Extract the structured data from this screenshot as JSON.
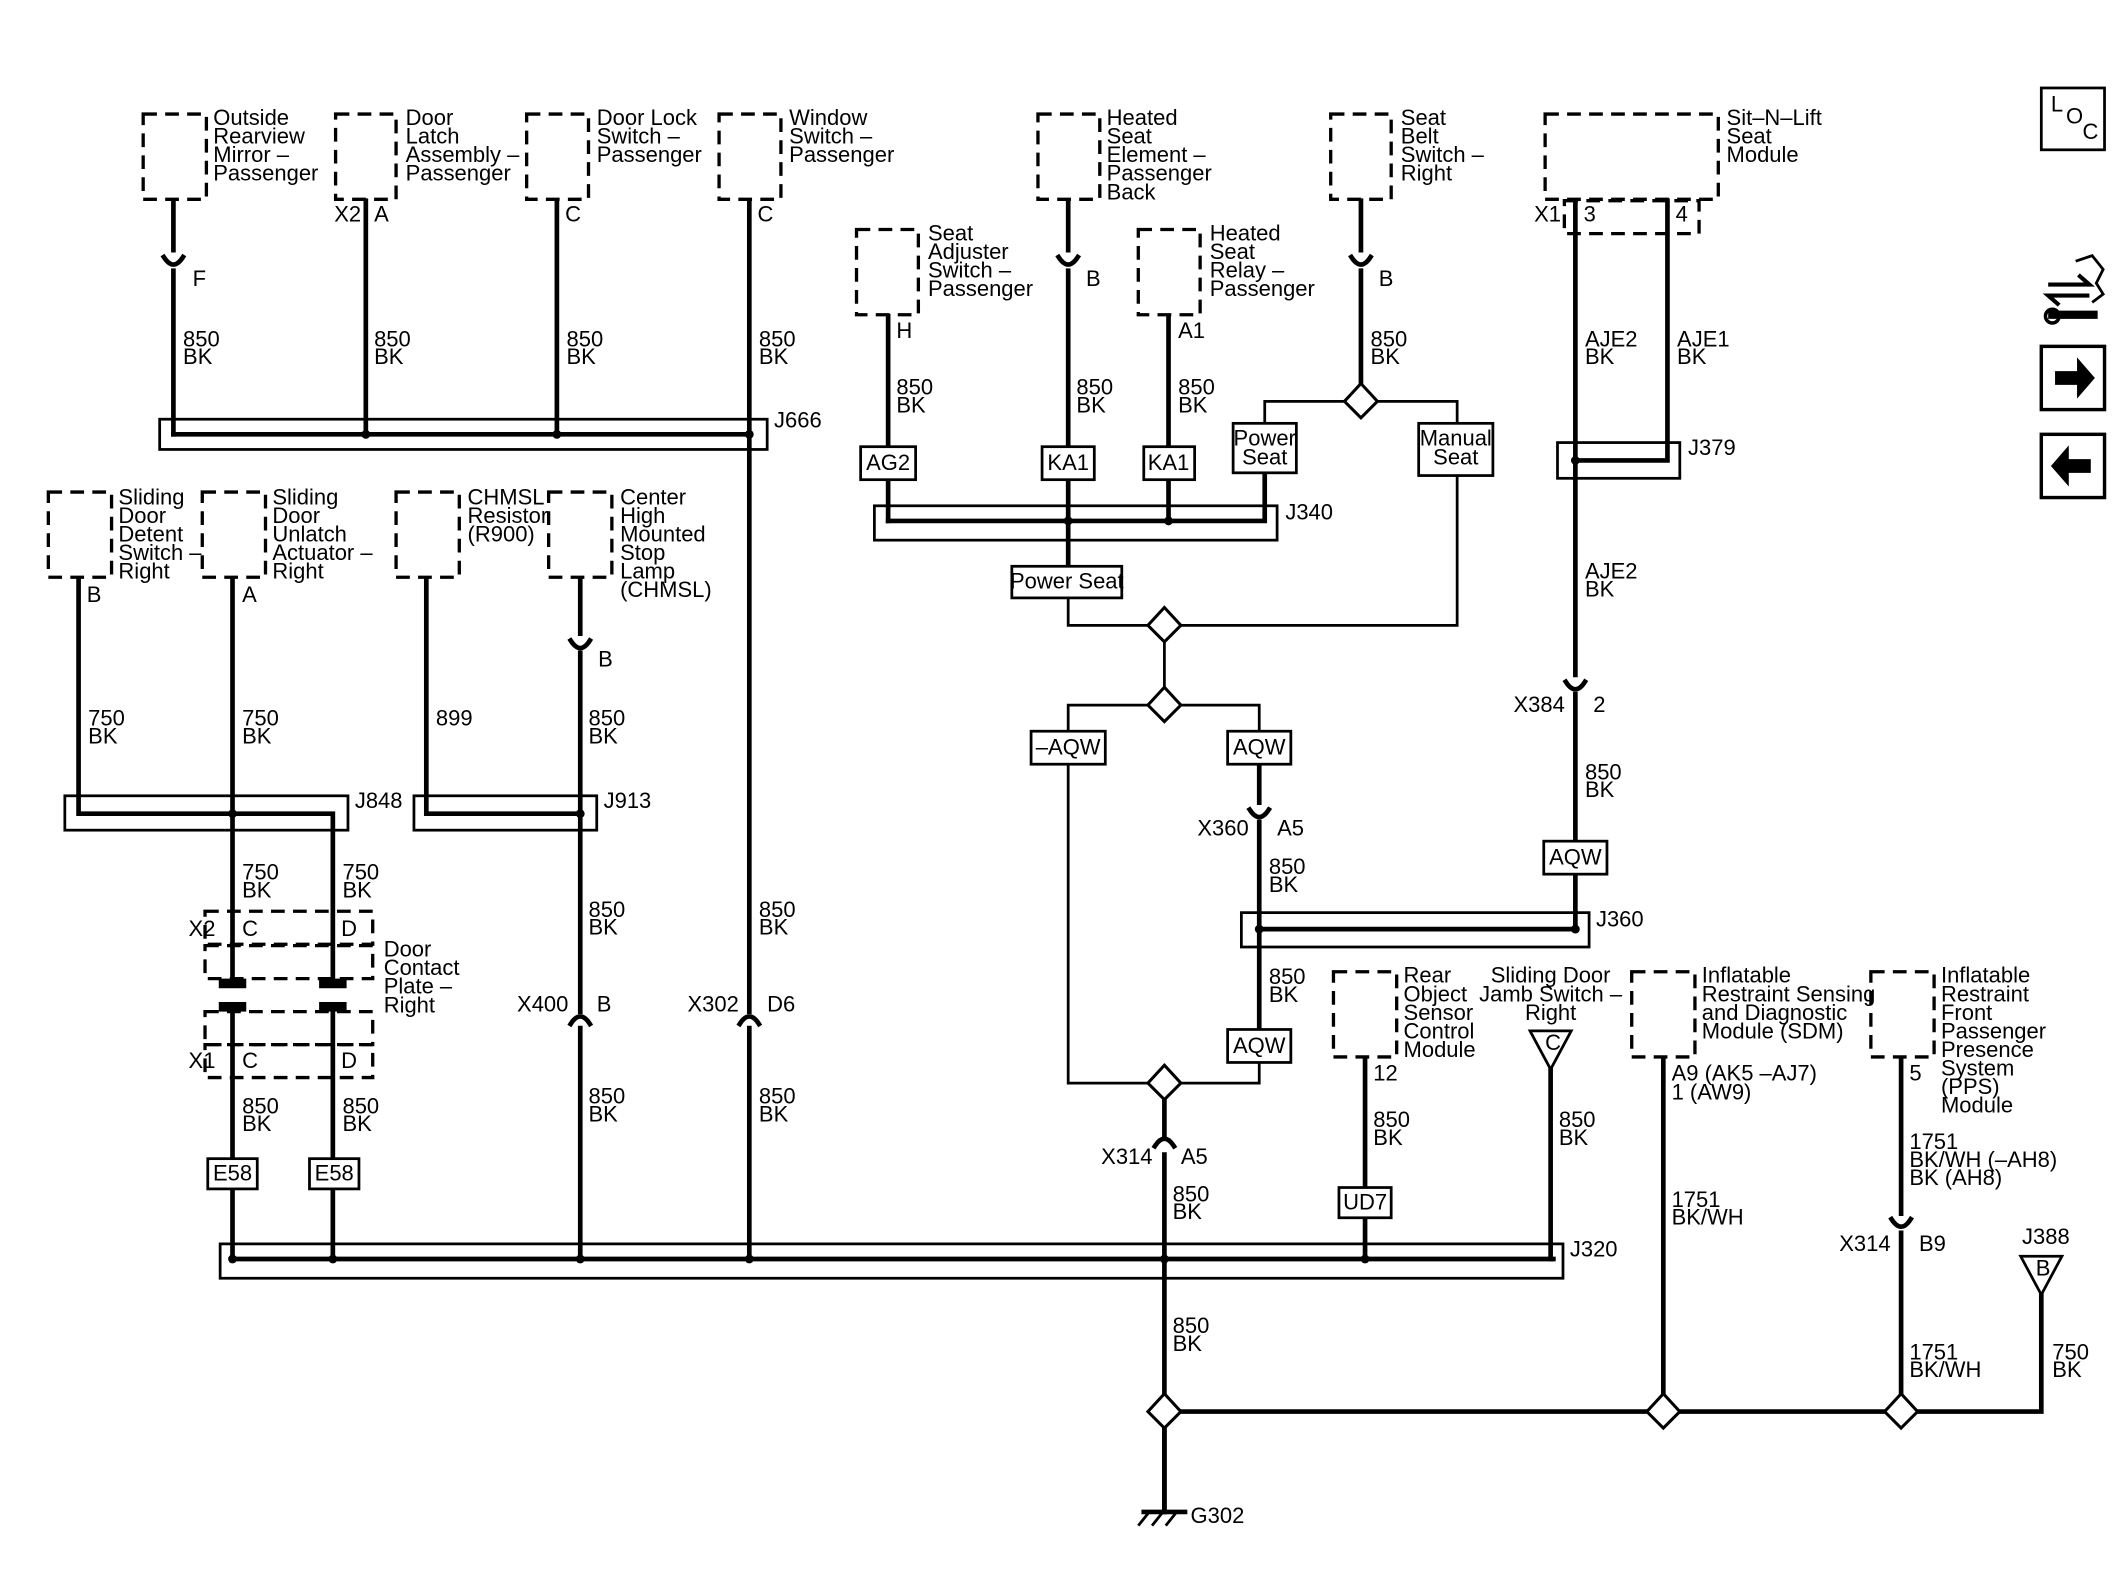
{
  "components": [
    {
      "id": "outside-mirror",
      "lines": [
        "Outside",
        "Rearview",
        "Mirror –",
        "Passenger"
      ]
    },
    {
      "id": "door-latch",
      "lines": [
        "Door",
        "Latch",
        "Assembly –",
        "Passenger"
      ]
    },
    {
      "id": "door-lock-switch",
      "lines": [
        "Door Lock",
        "Switch –",
        "Passenger"
      ]
    },
    {
      "id": "window-switch",
      "lines": [
        "Window",
        "Switch –",
        "Passenger"
      ]
    },
    {
      "id": "heated-seat-element",
      "lines": [
        "Heated",
        "Seat",
        "Element –",
        "Passenger",
        "Back"
      ]
    },
    {
      "id": "seat-belt-switch",
      "lines": [
        "Seat",
        "Belt",
        "Switch –",
        "Right"
      ]
    },
    {
      "id": "sit-n-lift",
      "lines": [
        "Sit–N–Lift",
        "Seat",
        "Module"
      ]
    },
    {
      "id": "seat-adjuster-switch",
      "lines": [
        "Seat",
        "Adjuster",
        "Switch –",
        "Passenger"
      ]
    },
    {
      "id": "heated-seat-relay",
      "lines": [
        "Heated",
        "Seat",
        "Relay –",
        "Passenger"
      ]
    },
    {
      "id": "sliding-door-detent",
      "lines": [
        "Sliding",
        "Door",
        "Detent",
        "Switch –",
        "Right"
      ]
    },
    {
      "id": "sliding-door-unlatch",
      "lines": [
        "Sliding",
        "Door",
        "Unlatch",
        "Actuator –",
        "Right"
      ]
    },
    {
      "id": "chmsl-resistor",
      "lines": [
        "CHMSL",
        "Resistor",
        "(R900)"
      ]
    },
    {
      "id": "chmsl-lamp",
      "lines": [
        "Center",
        "High",
        "Mounted",
        "Stop",
        "Lamp",
        "(CHMSL)"
      ]
    },
    {
      "id": "door-contact-plate",
      "lines": [
        "Door",
        "Contact",
        "Plate –",
        "Right"
      ]
    },
    {
      "id": "rear-object-sensor",
      "lines": [
        "Rear",
        "Object",
        "Sensor",
        "Control",
        "Module"
      ]
    },
    {
      "id": "sliding-door-jamb",
      "lines": [
        "Sliding Door",
        "Jamb Switch –",
        "Right"
      ]
    },
    {
      "id": "sdm",
      "lines": [
        "Inflatable",
        "Restraint Sensing",
        "and Diagnostic",
        "Module (SDM)"
      ]
    },
    {
      "id": "pps",
      "lines": [
        "Inflatable",
        "Restraint",
        "Front",
        "Passenger",
        "Presence",
        "System",
        "(PPS)",
        "Module"
      ]
    }
  ],
  "pins": {
    "mirror_f": "F",
    "latch_x2": "X2",
    "latch_a": "A",
    "lock_c": "C",
    "window_c": "C",
    "adj_h": "H",
    "elem_b": "B",
    "relay_a1": "A1",
    "belt_b": "B",
    "snl_x1": "X1",
    "snl_3": "3",
    "snl_4": "4",
    "detent_b": "B",
    "unlatch_a": "A",
    "chmsl_b": "B",
    "plate_x2": "X2",
    "plate_c_top": "C",
    "plate_d_top": "D",
    "plate_x1": "X1",
    "plate_c_bot": "C",
    "plate_d_bot": "D",
    "x400": "X400",
    "x400_b": "B",
    "x302": "X302",
    "x302_d6": "D6",
    "x384": "X384",
    "x384_2": "2",
    "x360": "X360",
    "x360_a5": "A5",
    "x314a": "X314",
    "x314a_a5": "A5",
    "x314b": "X314",
    "x314b_b9": "B9",
    "ros_12": "12",
    "sdm_pin": "A9 (AK5 –AJ7)",
    "sdm_pin2": "1 (AW9)",
    "pps_5": "5"
  },
  "wires": {
    "w_850bk": "850",
    "bk": "BK",
    "w_750": "750",
    "w_899": "899",
    "aje2": "AJE2",
    "aje1": "AJE1",
    "w_1751": "1751",
    "bkwh": "BK/WH",
    "bkwh_ah8": "BK/WH (–AH8)",
    "bk_ah8": "BK (AH8)"
  },
  "tags": {
    "ag2": "AG2",
    "ka1a": "KA1",
    "ka1b": "KA1",
    "power_seat_tag": "Power Seat",
    "power_seat_box_1": "Power",
    "power_seat_box_2": "Seat",
    "manual_seat_1": "Manual",
    "manual_seat_2": "Seat",
    "naqw": "–AQW",
    "aqw1": "AQW",
    "aqw2": "AQW",
    "aqw3": "AQW",
    "e58a": "E58",
    "e58b": "E58",
    "ud7": "UD7"
  },
  "splices": {
    "j666": "J666",
    "j379": "J379",
    "j340": "J340",
    "j848": "J848",
    "j913": "J913",
    "j360": "J360",
    "j320": "J320",
    "j388": "J388",
    "j388_pin": "B",
    "jamb_pin": "C"
  },
  "ground": "G302",
  "sidebar": {
    "loc_l": "L",
    "loc_o": "O",
    "loc_c": "C"
  }
}
